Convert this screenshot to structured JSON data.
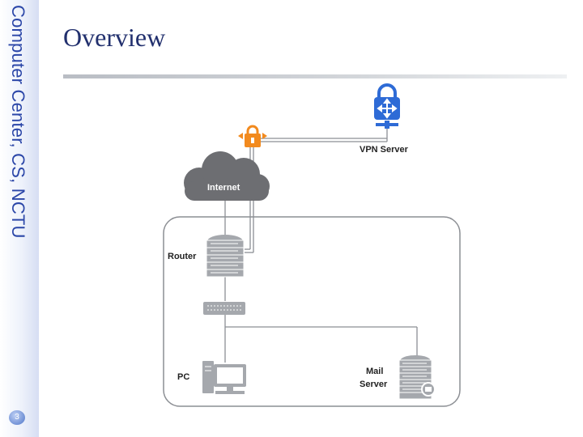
{
  "sidebar": {
    "title": "Computer Center, CS, NCTU",
    "page_number": "3"
  },
  "slide": {
    "title": "Overview"
  },
  "diagram": {
    "labels": {
      "vpn_server": "VPN Server",
      "internet": "Internet",
      "router": "Router",
      "pc": "PC",
      "mail_server_line1": "Mail",
      "mail_server_line2": "Server"
    },
    "icons": [
      "vpn-lock-icon",
      "orange-lock-icon",
      "cloud-icon",
      "router-server-icon",
      "switch-icon",
      "pc-icon",
      "mail-server-icon"
    ],
    "colors": {
      "vpn_blue": "#2e6bd6",
      "lock_orange": "#f28a1e",
      "cloud_gray": "#6d6e72",
      "device_gray": "#a5a8ad",
      "line_gray": "#8c8f94"
    }
  }
}
